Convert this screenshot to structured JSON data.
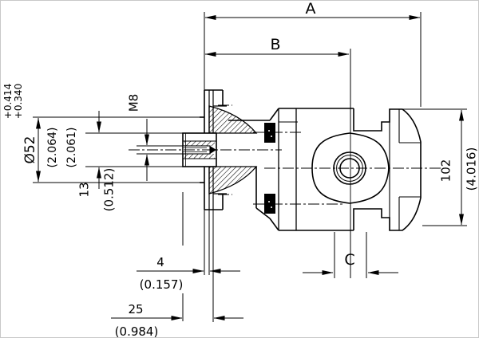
{
  "drawing": {
    "type": "engineering-dimension-drawing",
    "subject": "gear-pump-side-view",
    "colors": {
      "ink": "#000000",
      "background": "#ffffff"
    },
    "dims": {
      "overall_length": {
        "label": "A"
      },
      "body_length": {
        "label": "B"
      },
      "port_width": {
        "label": "C"
      },
      "height": {
        "mm": "102",
        "inch": "(4.016)"
      },
      "pilot_diameter": {
        "symbol": "Ø52",
        "tol_upper": "+0.414",
        "tol_lower": "+0.340",
        "inch_upper": "(2.064)",
        "inch_lower": "(2.061)"
      },
      "thread": {
        "label": "M8"
      },
      "shaft_dia": {
        "mm": "13",
        "inch": "(0.512)"
      },
      "pilot_depth": {
        "mm": "4",
        "inch": "(0.157)"
      },
      "shaft_length": {
        "mm": "25",
        "inch": "(0.984)"
      }
    }
  }
}
